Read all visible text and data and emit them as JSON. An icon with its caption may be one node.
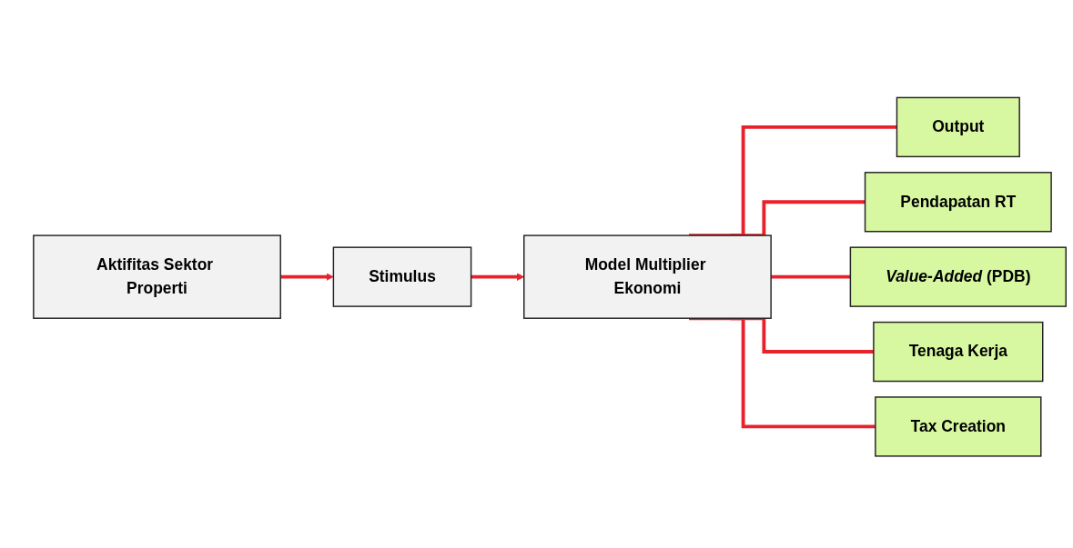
{
  "diagram": {
    "nodes": [
      {
        "text": [
          "Aktifitas Sektor Properti"
        ]
      },
      {
        "text": [
          "Stimulus"
        ]
      },
      {
        "text": [
          "Model Multiplier Ekonomi"
        ]
      },
      {
        "text": [
          "Output"
        ]
      },
      {
        "text": [
          "Pendapatan RT"
        ]
      },
      {
        "text": [
          "*Value-Added* (PDB)"
        ]
      },
      {
        "text": [
          "Tenaga Kerja"
        ]
      },
      {
        "text": [
          "Tax Creation"
        ]
      }
    ],
    "edges": [
      {
        "from": 0,
        "to": 1,
        "arrow": "to"
      },
      {
        "from": 1,
        "to": 2,
        "arrow": "to"
      },
      {
        "from": 2,
        "to": 3,
        "arrow": "none"
      },
      {
        "from": 2,
        "to": 4,
        "arrow": "none"
      },
      {
        "from": 2,
        "to": 5,
        "arrow": "none"
      },
      {
        "from": 2,
        "to": 6,
        "arrow": "none"
      },
      {
        "from": 2,
        "to": 7,
        "arrow": "none"
      }
    ]
  }
}
